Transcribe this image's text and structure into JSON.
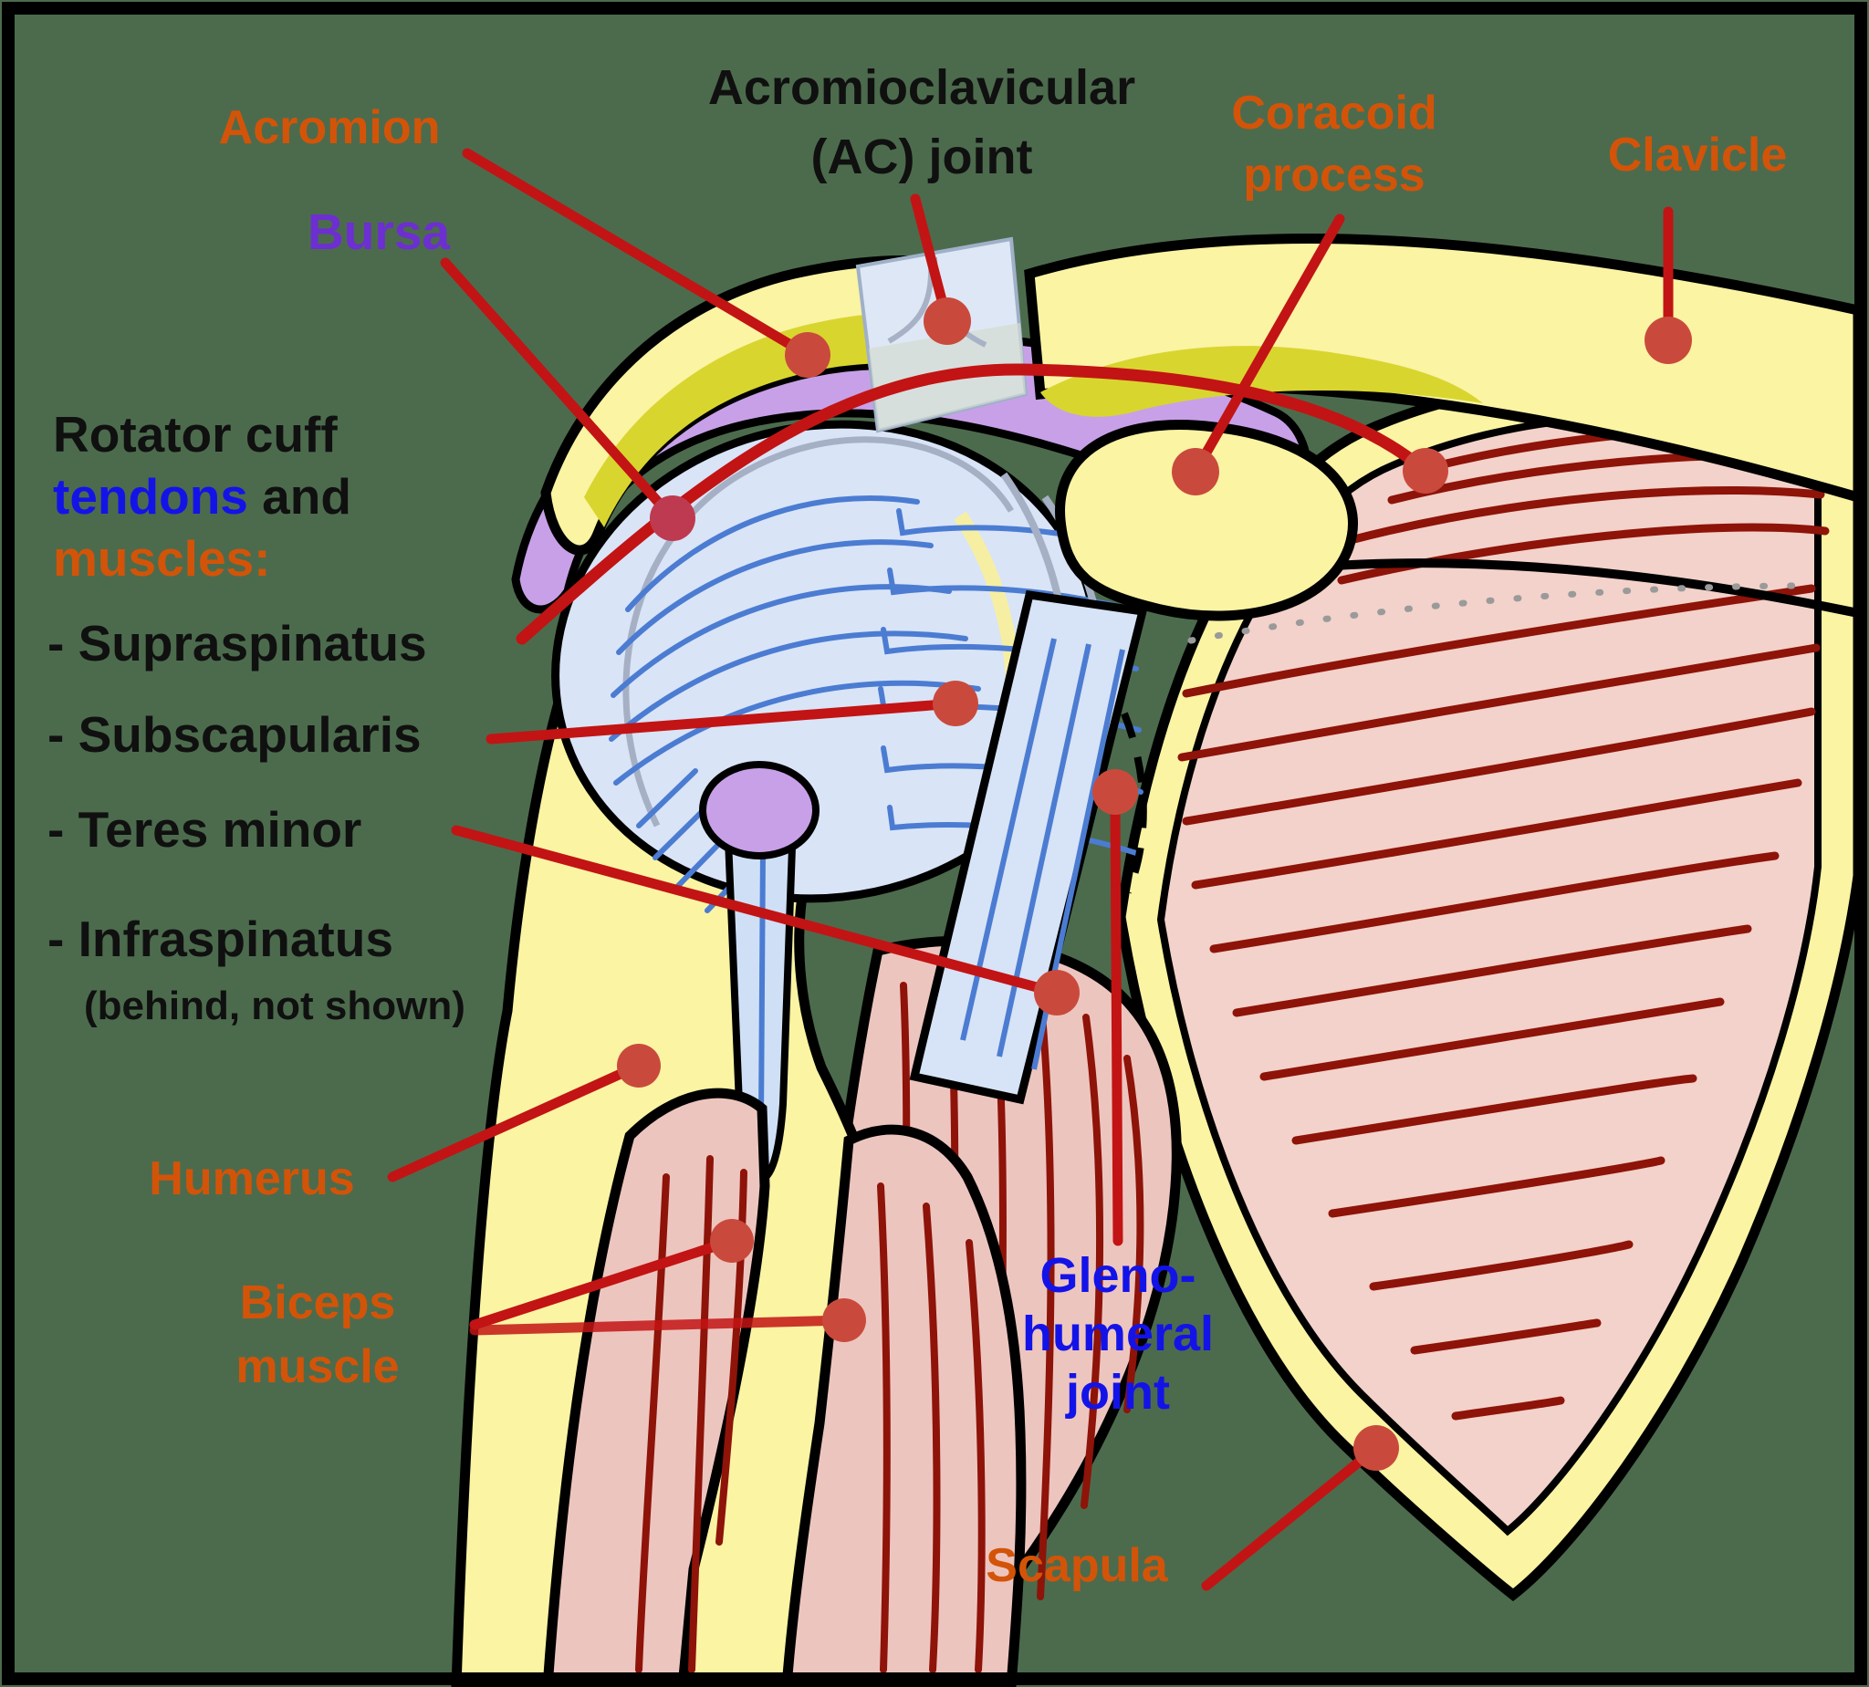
{
  "figure": {
    "title_semantic": "Shoulder joint anatomy diagram (rotator cuff)",
    "background_color": "#4C6B4D",
    "labels": {
      "acromion": "Acromion",
      "ac_joint_line1": "Acromioclavicular",
      "ac_joint_line2": "(AC) joint",
      "coracoid_line1": "Coracoid",
      "coracoid_line2": "process",
      "clavicle": "Clavicle",
      "bursa": "Bursa",
      "rotator_heading_part1": "Rotator cuff",
      "rotator_heading_tendons": "tendons",
      "rotator_heading_and": " and",
      "rotator_heading_muscles": "muscles:",
      "item_supraspinatus": "- Supraspinatus",
      "item_subscapularis": "- Subscapularis",
      "item_teres_minor": "- Teres minor",
      "item_infraspinatus": "- Infraspinatus",
      "item_infraspinatus_note": "(behind, not shown)",
      "humerus": "Humerus",
      "biceps_line1": "Biceps",
      "biceps_line2": "muscle",
      "glenohumeral_line1": "Gleno-",
      "glenohumeral_line2": "humeral",
      "glenohumeral_line3": "joint",
      "scapula": "Scapula"
    },
    "colors": {
      "background_green": "#4C6B4D",
      "label_orange": "#D35408",
      "label_blue": "#1313E8",
      "label_purple": "#6D2ED2",
      "label_black": "#101010",
      "leader_line_red": "#C21414",
      "marker_dot_red": "#C94A3C",
      "bone_yellow": "#FAF4A3",
      "bone_shadow_olive": "#D9D52F",
      "muscle_pink": "#F2D2CA",
      "muscle_stripe_dark_red": "#8E1309",
      "tendon_light_blue": "#D9E4F7",
      "tendon_fiber_blue": "#4B7CD2",
      "capsule_gray": "#A6B0C4",
      "bursa_purple": "#C8A0E8",
      "outline_black": "#000000"
    }
  }
}
